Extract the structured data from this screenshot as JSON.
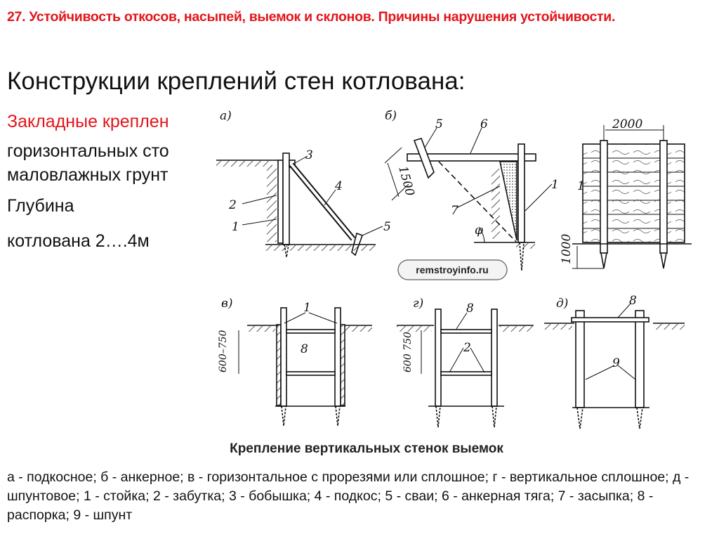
{
  "slide": {
    "title": "27. Устойчивость откосов, насыпей, выемок и склонов. Причины нарушения устойчивости.",
    "heading": "Конструкции креплений стен котлована:",
    "left_text": {
      "line1": "Закладные креплен",
      "line2": "горизонтальных сто",
      "line3": "маловлажных грунт",
      "line4": "Глубина",
      "line5": "котлована 2….4м"
    },
    "figure": {
      "panel_a": {
        "label": "а)",
        "n1": "1",
        "n2": "2",
        "n3": "3",
        "n4": "4",
        "n5": "5"
      },
      "panel_b": {
        "label": "б)",
        "n5": "5",
        "n6": "6",
        "n7": "7",
        "n1": "1",
        "phi": "φ",
        "dim": "1500"
      },
      "panel_elev": {
        "dim_top": "2000",
        "dim_side": "1000",
        "n1": "1"
      },
      "panel_v": {
        "label": "в)",
        "n1": "1",
        "n8": "8",
        "dim": "600–750"
      },
      "panel_g": {
        "label": "г)",
        "n8": "8",
        "n2": "2",
        "dim": "600 750"
      },
      "panel_d": {
        "label": "д)",
        "n8": "8",
        "n9": "9"
      },
      "watermark": "remstroyinfo.ru"
    },
    "caption": "Крепление вертикальных стенок выемок",
    "legend": "а - подкосное; б - анкерное; в - горизонтальное с прорезями или сплошное; г - вертикальное сплошное; д - шпунтовое; 1 - стойка; 2 - забутка; 3 - бобышка; 4 - подкос; 5 - сваи; 6 - анкерная тяга; 7 - засыпка; 8 - распорка; 9 - шпунт"
  },
  "colors": {
    "title": "#e3151b",
    "text": "#111111"
  }
}
